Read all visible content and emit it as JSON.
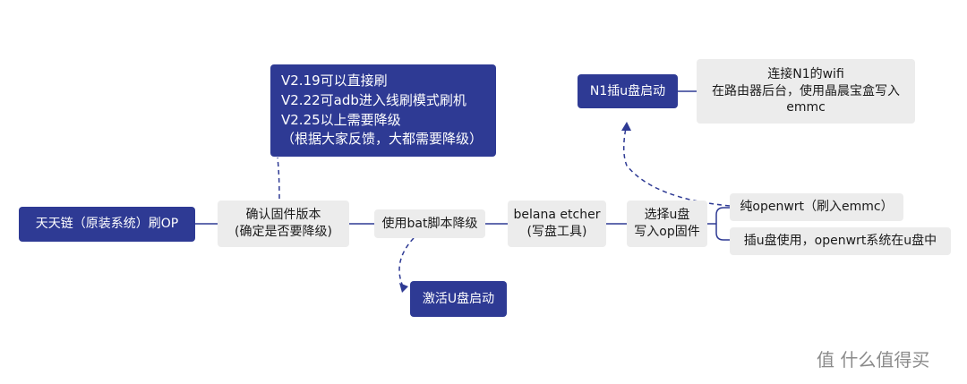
{
  "nodes": {
    "root": "天天链（原装系统）刷OP",
    "confirm": [
      "确认固件版本",
      "(确定是否要降级)"
    ],
    "bat": "使用bat脚本降级",
    "belana": [
      "belana etcher",
      "(写盘工具)"
    ],
    "select": [
      "选择u盘",
      "写入op固件"
    ],
    "pure": "纯openwrt（刷入emmc）",
    "usb": "插u盘使用，openwrt系统在u盘中",
    "activate": "激活U盘启动",
    "n1": "N1插u盘启动",
    "wifi": [
      "连接N1的wifi",
      "在路由器后台，使用晶晨宝盒写入",
      "emmc"
    ]
  },
  "version_note": [
    "V2.19可以直接刷",
    "V2.22可adb进入线刷模式刷机",
    "V2.25以上需要降级",
    "（根据大家反馈，大都需要降级）"
  ],
  "watermark": "值 什么值得买",
  "colors": {
    "dark": "#2e3a94",
    "light": "#ececec",
    "line": "#2e3a94"
  }
}
